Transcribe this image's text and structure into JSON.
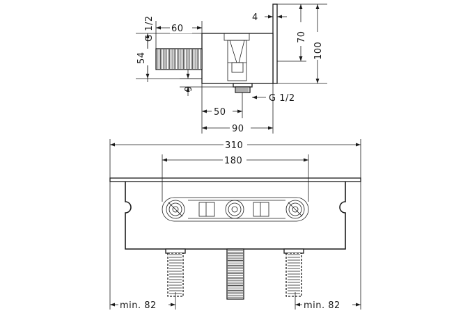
{
  "drawing": {
    "side_view": {
      "thread_top": "G 1/2",
      "dim_60": "60",
      "dim_4": "4",
      "dim_70": "70",
      "dim_100": "100",
      "dim_54": "54",
      "dim_9": "9",
      "thread_bottom": "G 1/2",
      "dim_50": "50",
      "dim_90": "90"
    },
    "front_view": {
      "dim_310": "310",
      "dim_180": "180",
      "min_left": "min. 82",
      "min_right": "min. 82"
    }
  }
}
